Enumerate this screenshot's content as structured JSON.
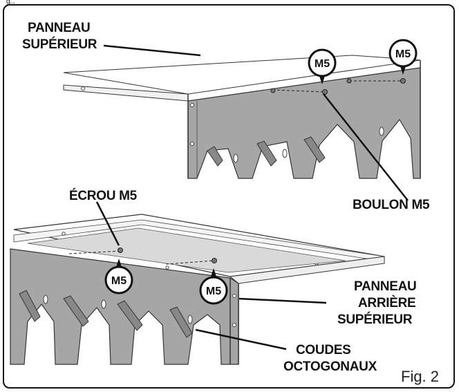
{
  "header_fragment": "g...",
  "labels": {
    "top_panel": [
      "PANNEAU",
      "SUPÉRIEUR"
    ],
    "bolt": "BOULON M5",
    "nut": "ÉCROU M5",
    "rear_panel": [
      "PANNEAU",
      "ARRIÈRE",
      "SUPÉRIEUR"
    ],
    "elbows": [
      "COUDES",
      "OCTOGONAUX"
    ]
  },
  "badge_text": "M5",
  "caption": "Fig. 2",
  "colors": {
    "panel_gray": "#a6a6a6",
    "line": "#111111",
    "background": "#ffffff"
  }
}
